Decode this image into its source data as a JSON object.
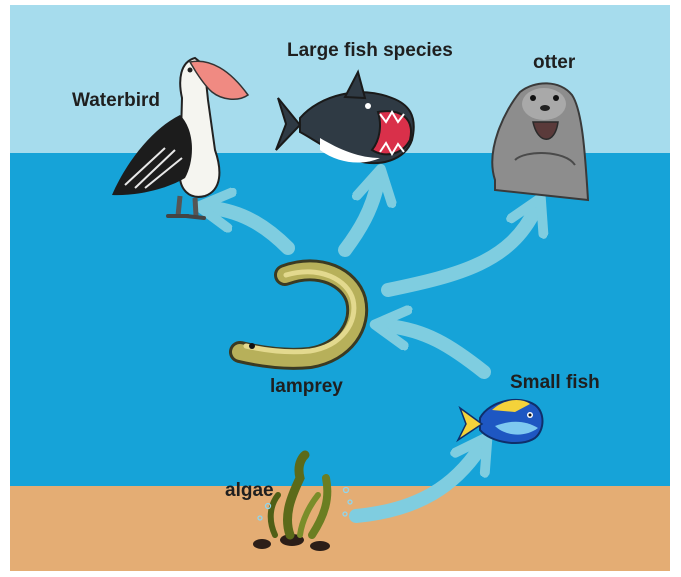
{
  "colors": {
    "sky": "#a6dced",
    "water": "#16a3d8",
    "sand": "#e4ad74",
    "arrow": "#7fcde0"
  },
  "labels": {
    "waterbird": "Waterbird",
    "large_fish": "Large fish species",
    "otter": "otter",
    "lamprey": "lamprey",
    "small_fish": "Small fish",
    "algae": "algae"
  },
  "food_web": {
    "nodes": [
      "algae",
      "Small fish",
      "lamprey",
      "Waterbird",
      "Large fish species",
      "otter"
    ],
    "edges": [
      {
        "from": "algae",
        "to": "Small fish"
      },
      {
        "from": "Small fish",
        "to": "lamprey"
      },
      {
        "from": "lamprey",
        "to": "Waterbird"
      },
      {
        "from": "lamprey",
        "to": "Large fish species"
      },
      {
        "from": "lamprey",
        "to": "otter"
      }
    ]
  }
}
